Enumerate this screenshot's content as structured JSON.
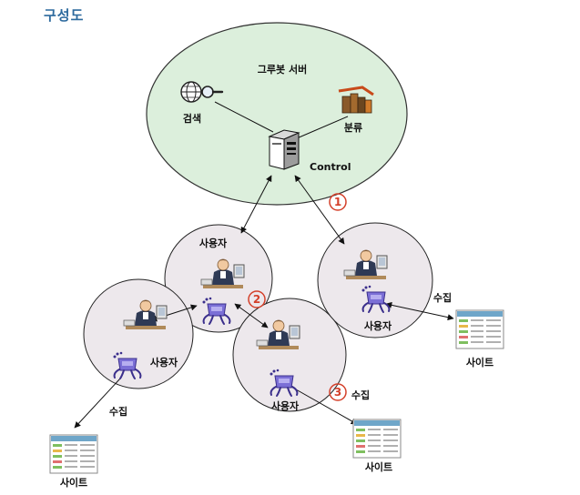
{
  "title": "구성도",
  "server": {
    "label": "그루봇 서버",
    "search_label": "검색",
    "classify_label": "분류",
    "control_label": "Control"
  },
  "users": {
    "center_label": "사용자",
    "left_label": "사용자",
    "bottom_label": "사용자",
    "right_label": "사용자"
  },
  "collect": {
    "left_label": "수집",
    "bottom_label": "수집",
    "right_label": "수집"
  },
  "sites": {
    "left_label": "사이트",
    "bottom_label": "사이트",
    "right_label": "사이트"
  },
  "markers": [
    "1",
    "2",
    "3"
  ],
  "colors": {
    "title": "#2d6a9e",
    "server_fill": "#dcefdc",
    "user_fill": "#ede8ec",
    "marker": "#d4402a",
    "robot": "#7b6fd6"
  }
}
